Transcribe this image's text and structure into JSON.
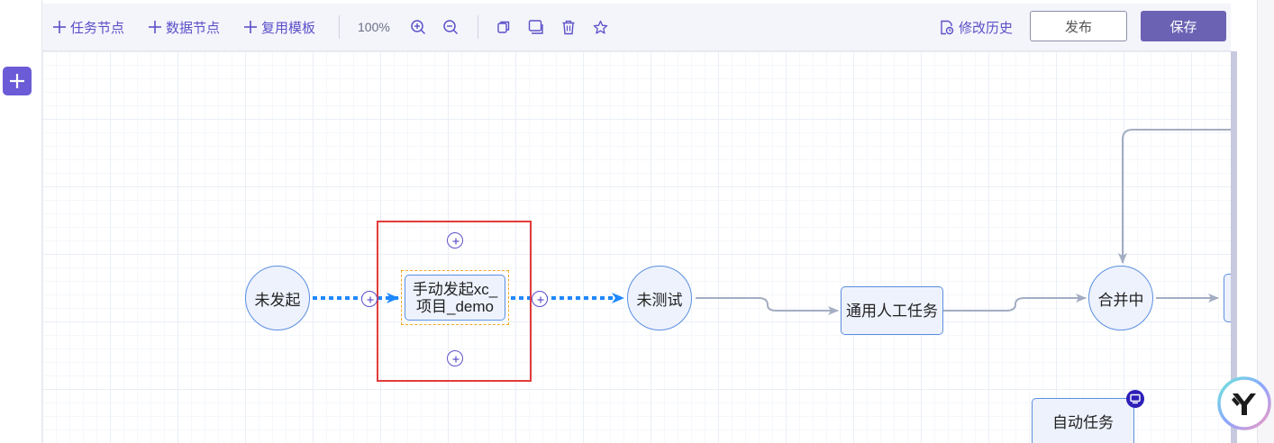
{
  "toolbar": {
    "add_task_node": "任务节点",
    "add_data_node": "数据节点",
    "reuse_template": "复用模板",
    "zoom_level": "100%",
    "history": "修改历史",
    "publish": "发布",
    "save": "保存"
  },
  "flow": {
    "nodes": {
      "not_started": "未发起",
      "manual_start_line1": "手动发起xc_",
      "manual_start_line2": "项目_demo",
      "not_tested": "未测试",
      "general_manual_task": "通用人工任务",
      "merging": "合并中",
      "auto_task": "自动任务"
    }
  },
  "colors": {
    "accent": "#5b50c8",
    "primary_button": "#6b62b3",
    "selection_outline": "#e23b3b",
    "active_edge": "#1e88ff",
    "edge": "#a3adc2",
    "node_border": "#5a8fe0",
    "node_fill": "#eef2fd"
  },
  "icons": [
    "plus-icon",
    "zoom-in-icon",
    "zoom-out-icon",
    "copy-icon",
    "screen-icon",
    "trash-icon",
    "star-icon",
    "history-icon",
    "monitor-icon"
  ]
}
